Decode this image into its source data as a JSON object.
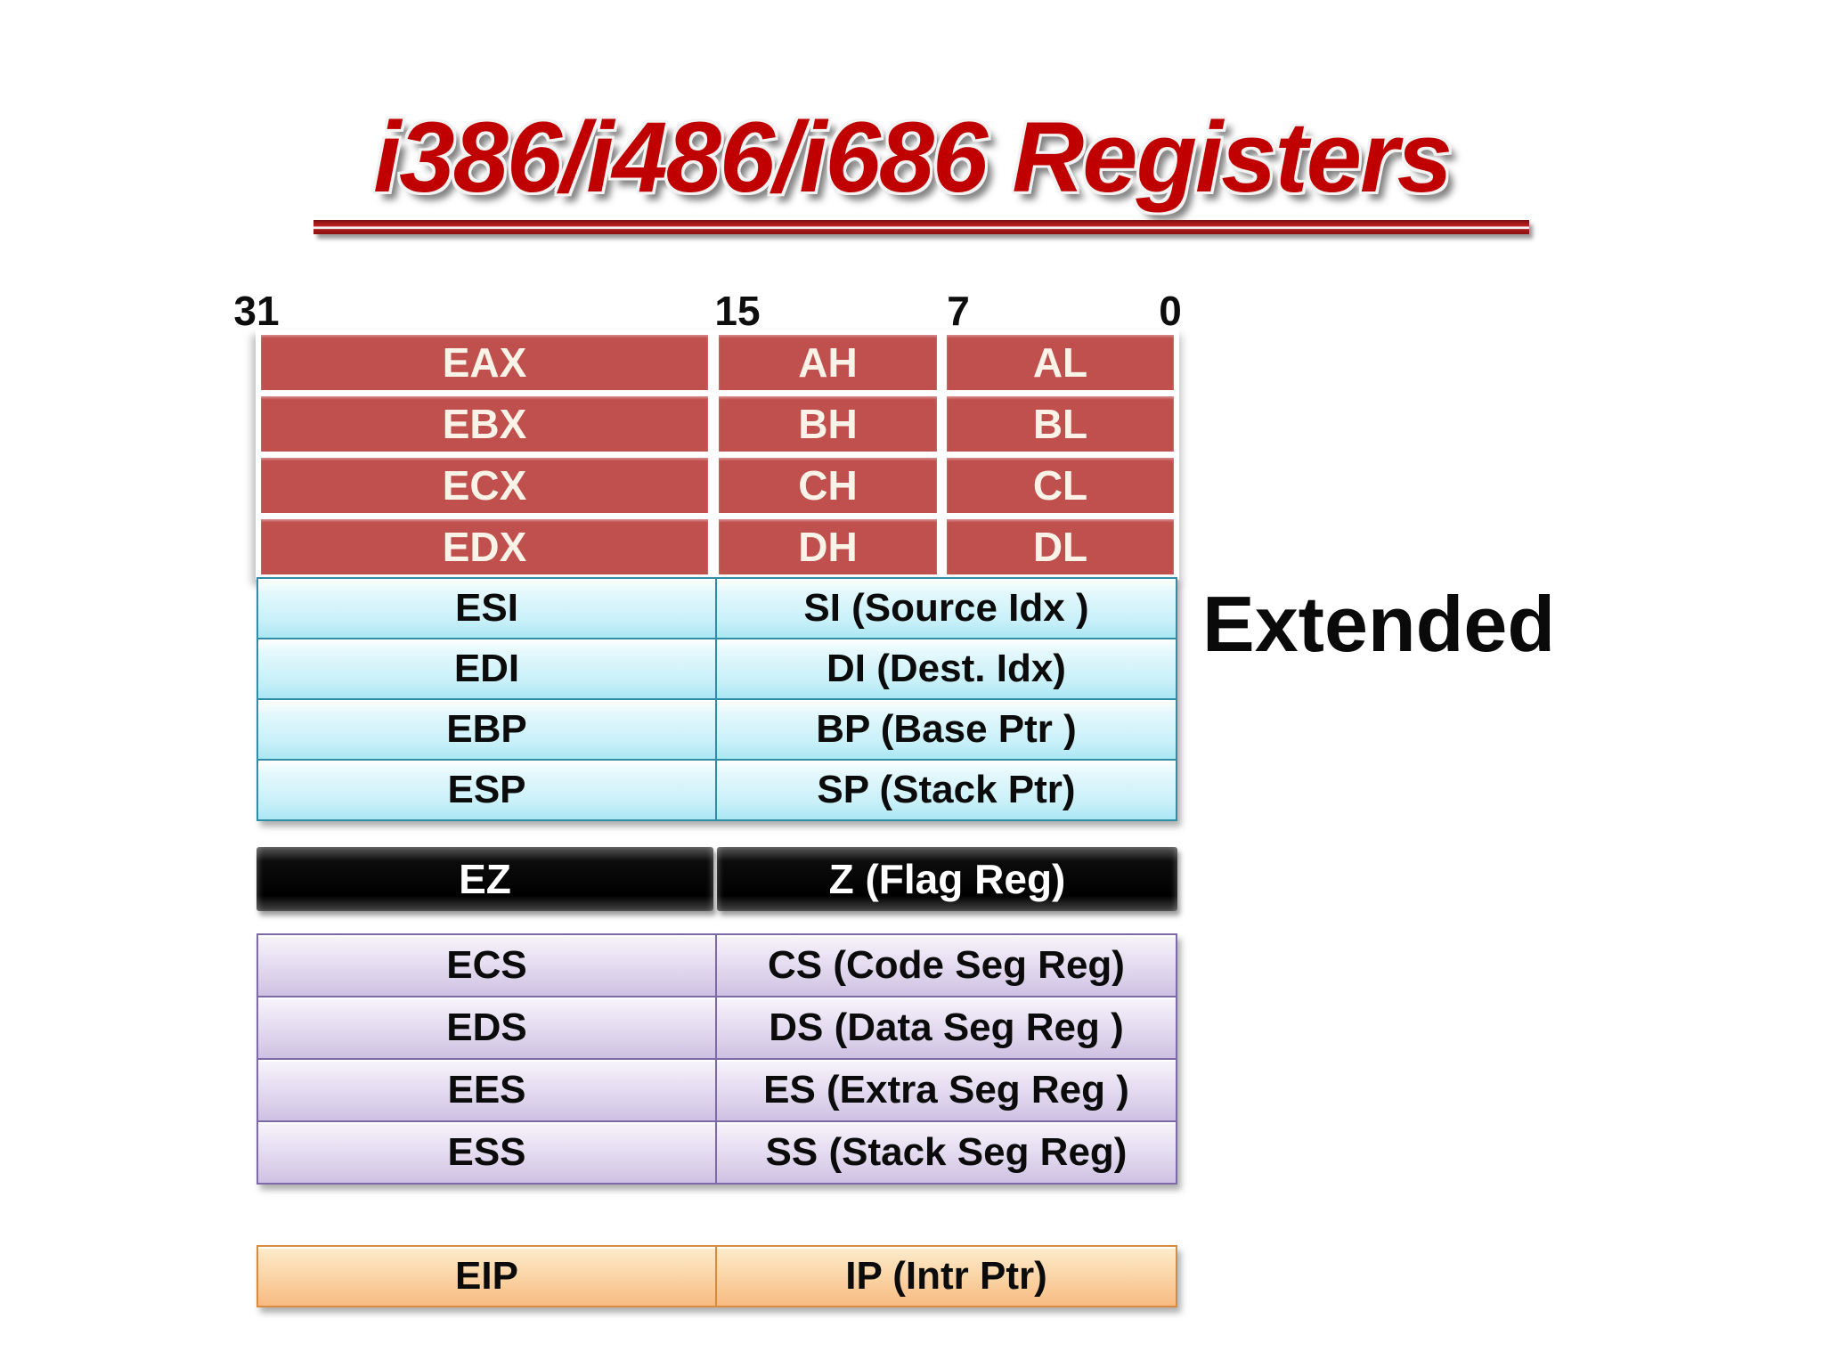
{
  "title": "i386/i486/i686 Registers",
  "extended_label": "Extended",
  "bit_labels": {
    "b31": "31",
    "b15": "15",
    "b7": "7",
    "b0": "0"
  },
  "registers": {
    "general": [
      {
        "ext": "EAX",
        "high": "AH",
        "low": "AL"
      },
      {
        "ext": "EBX",
        "high": "BH",
        "low": "BL"
      },
      {
        "ext": "ECX",
        "high": "CH",
        "low": "CL"
      },
      {
        "ext": "EDX",
        "high": "DH",
        "low": "DL"
      }
    ],
    "index_pointer": [
      {
        "ext": "ESI",
        "low16": "SI (Source Idx )"
      },
      {
        "ext": "EDI",
        "low16": "DI (Dest. Idx)"
      },
      {
        "ext": "EBP",
        "low16": "BP (Base Ptr )"
      },
      {
        "ext": "ESP",
        "low16": "SP (Stack Ptr)"
      }
    ],
    "flag": {
      "ext": "EZ",
      "low16": "Z (Flag Reg)"
    },
    "segment": [
      {
        "ext": "ECS",
        "low16": "CS (Code Seg Reg)"
      },
      {
        "ext": "EDS",
        "low16": "DS (Data Seg Reg )"
      },
      {
        "ext": "EES",
        "low16": "ES (Extra Seg Reg )"
      },
      {
        "ext": "ESS",
        "low16": "SS (Stack Seg Reg)"
      }
    ],
    "instruction": {
      "ext": "EIP",
      "low16": "IP (Intr Ptr)"
    }
  },
  "colors": {
    "title_red": "#c00000",
    "general_fill": "#c0504d",
    "index_border": "#2f8da8",
    "segment_border": "#7d6ba8",
    "instruction_border": "#d98c3f",
    "flag_fill": "#000000",
    "background": "#ffffff"
  }
}
